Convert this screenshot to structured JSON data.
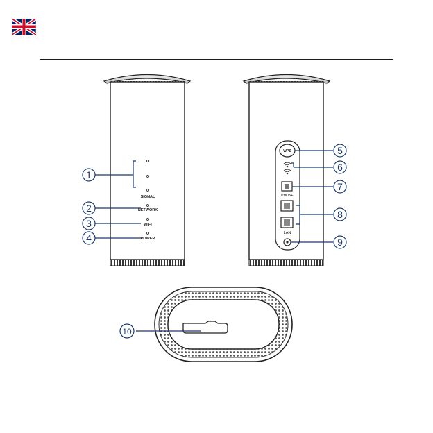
{
  "front_labels": {
    "signal": "SIGNAL",
    "network": "NETWORK",
    "wifi": "WIFI",
    "power": "POWER"
  },
  "back_labels": {
    "wps": "WPS",
    "phone": "PHONE",
    "lan": "LAN"
  },
  "callouts": [
    "1",
    "2",
    "3",
    "4",
    "5",
    "6",
    "7",
    "8",
    "9",
    "10"
  ],
  "colors": {
    "callout": "#1b3a6b",
    "line": "#1b3a6b",
    "flag_blue": "#012169",
    "flag_red": "#C8102E"
  },
  "icons": {
    "language": "uk-flag-icon"
  }
}
